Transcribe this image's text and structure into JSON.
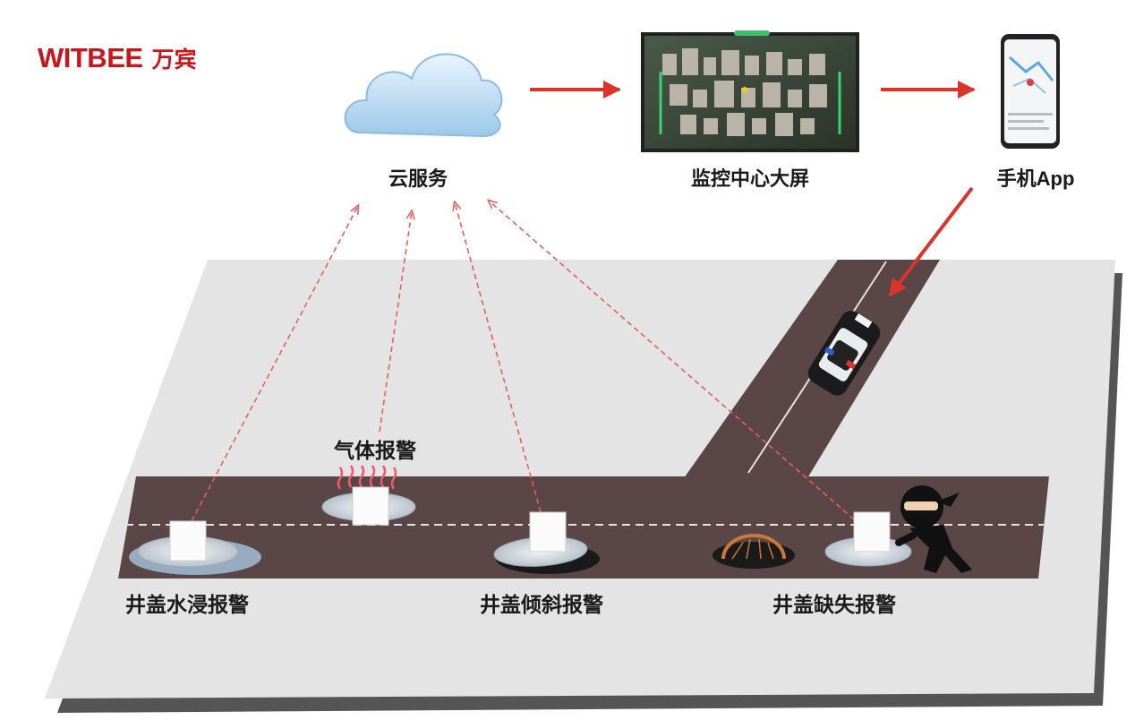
{
  "brand": {
    "name_en": "WITBEE",
    "name_zh": "万宾"
  },
  "nodes": {
    "cloud": "云服务",
    "screen": "监控中心大屏",
    "phone": "手机App"
  },
  "alarms": {
    "water": "井盖水浸报警",
    "gas": "气体报警",
    "tilt": "井盖倾斜报警",
    "missing": "井盖缺失报警"
  },
  "colors": {
    "brand": "#c8161d",
    "arrow_solid": "#d9352b",
    "arrow_dashed": "#e4605a",
    "road": "#5a4646",
    "ground": "#e4e4e4"
  }
}
